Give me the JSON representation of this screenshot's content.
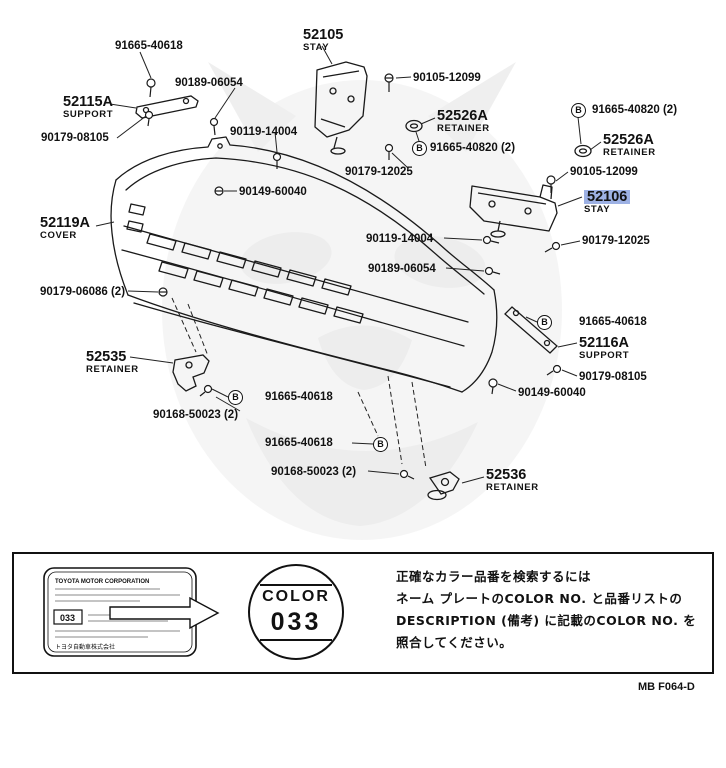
{
  "colors": {
    "highlight": "#9db1e4",
    "line": "#1a1a1a",
    "watermark": "#e8e8e8"
  },
  "b_label": "B",
  "labels": {
    "l0": {
      "number": "91665-40618"
    },
    "l1": {
      "number": "52105",
      "name": "STAY"
    },
    "l2": {
      "number": "90189-06054"
    },
    "l3": {
      "number": "90105-12099"
    },
    "l4": {
      "number": "52115A",
      "name": "SUPPORT"
    },
    "l5": {
      "number": "91665-40820 (2)"
    },
    "l6": {
      "number": "52526A",
      "name": "RETAINER"
    },
    "l7": {
      "number": "90179-08105"
    },
    "l8": {
      "number": "90119-14004"
    },
    "l9": {
      "number": "91665-40820 (2)"
    },
    "l10": {
      "number": "52526A",
      "name": "RETAINER"
    },
    "l11": {
      "number": "90105-12099"
    },
    "l12": {
      "number": "90179-12025"
    },
    "l13": {
      "number": "52106",
      "name": "STAY"
    },
    "l14": {
      "number": "90149-60040"
    },
    "l15": {
      "number": "52119A",
      "name": "COVER"
    },
    "l16": {
      "number": "90119-14004"
    },
    "l17": {
      "number": "90179-12025"
    },
    "l18": {
      "number": "90189-06054"
    },
    "l19": {
      "number": "90179-06086 (2)"
    },
    "l20": {
      "number": "91665-40618"
    },
    "l21": {
      "number": "52116A",
      "name": "SUPPORT"
    },
    "l22": {
      "number": "52535",
      "name": "RETAINER"
    },
    "l23": {
      "number": "90179-08105"
    },
    "l24": {
      "number": "90149-60040"
    },
    "l25": {
      "number": "91665-40618"
    },
    "l26": {
      "number": "90168-50023 (2)"
    },
    "l27": {
      "number": "91665-40618"
    },
    "l28": {
      "number": "90168-50023 (2)"
    },
    "l29": {
      "number": "52536",
      "name": "RETAINER"
    }
  },
  "legend": {
    "plate_title": "TOYOTA MOTOR CORPORATION",
    "plate_code": "033",
    "plate_footer": "トヨタ自動車株式会社",
    "circle_label": "COLOR",
    "circle_code": "033",
    "jp_lines": [
      "正確なカラー品番を検索するには",
      "ネーム プレートのCOLOR NO. と品番リストの",
      "DESCRIPTION (備考) に記載のCOLOR NO. を",
      "照合してください。"
    ],
    "doc_code": "MB  F064-D"
  }
}
